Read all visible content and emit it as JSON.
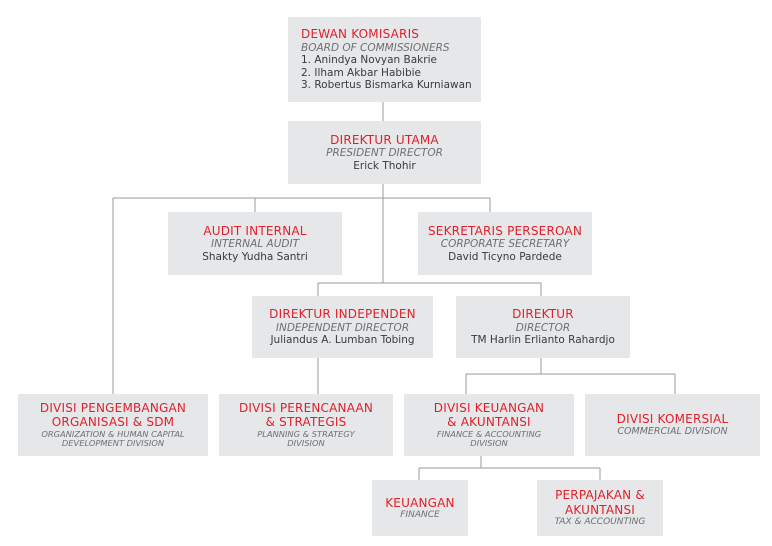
{
  "board": {
    "title": "DEWAN KOMISARIS",
    "subtitle": "BOARD OF COMMISSIONERS",
    "members": [
      "1. Anindya Novyan Bakrie",
      "2. Ilham Akbar Habibie",
      "3. Robertus Bismarka Kurniawan"
    ]
  },
  "president": {
    "title": "DIREKTUR UTAMA",
    "subtitle": "PRESIDENT DIRECTOR",
    "name": "Erick Thohir"
  },
  "audit": {
    "title": "AUDIT INTERNAL",
    "subtitle": "INTERNAL AUDIT",
    "name": "Shakty Yudha Santri"
  },
  "secretary": {
    "title": "SEKRETARIS PERSEROAN",
    "subtitle": "CORPORATE SECRETARY",
    "name": "David Ticyno Pardede"
  },
  "independent": {
    "title": "DIREKTUR INDEPENDEN",
    "subtitle": "INDEPENDENT DIRECTOR",
    "name": "Juliandus A. Lumban Tobing"
  },
  "director": {
    "title": "DIREKTUR",
    "subtitle": "DIRECTOR",
    "name": "TM Harlin Erlianto Rahardjo"
  },
  "div_org": {
    "title1": "DIVISI PENGEMBANGAN",
    "title2": "ORGANISASI & SDM",
    "sub1": "ORGANIZATION & HUMAN  CAPITAL",
    "sub2": "DEVELOPMENT DIVISION"
  },
  "div_plan": {
    "title1": "DIVISI PERENCANAAN",
    "title2": "& STRATEGIS",
    "sub1": "PLANNING & STRATEGY",
    "sub2": "DIVISION"
  },
  "div_fin": {
    "title1": "DIVISI KEUANGAN",
    "title2": "& AKUNTANSI",
    "sub1": "FINANCE & ACCOUNTING",
    "sub2": "DIVISION"
  },
  "div_com": {
    "title": "DIVISI KOMERSIAL",
    "subtitle": "COMMERCIAL DIVISION"
  },
  "finance": {
    "title": "KEUANGAN",
    "subtitle": "FINANCE"
  },
  "tax": {
    "title1": "PERPAJAKAN &",
    "title2": "AKUNTANSI",
    "subtitle": "TAX & ACCOUNTING"
  },
  "colors": {
    "accent": "#e0202b",
    "box": "#e6e7e9",
    "line": "#9a9a9a"
  }
}
